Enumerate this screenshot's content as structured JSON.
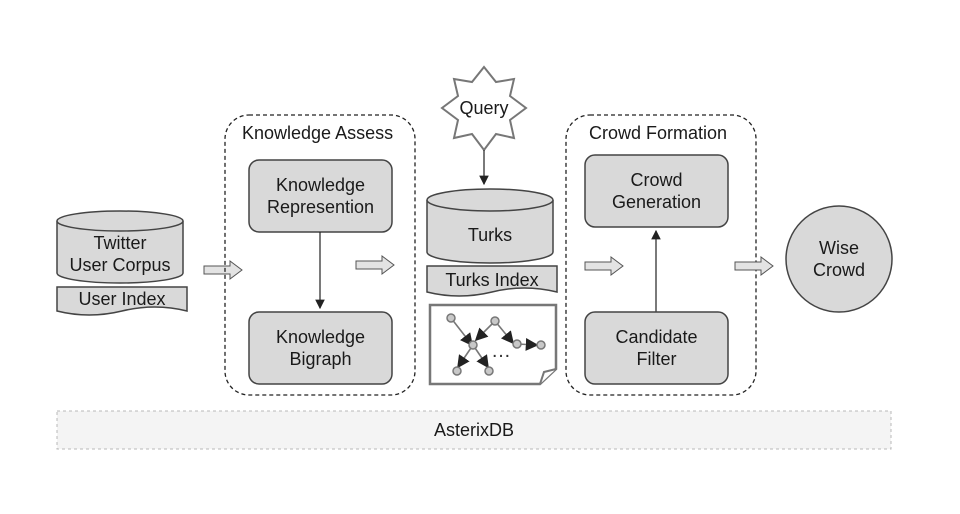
{
  "twitter_corpus": {
    "line1": "Twitter",
    "line2": "User Corpus"
  },
  "user_index": "User Index",
  "knowledge_assess": {
    "title": "Knowledge Assess",
    "representation": {
      "line1": "Knowledge",
      "line2": "Represention"
    },
    "bigraph": {
      "line1": "Knowledge",
      "line2": "Bigraph"
    }
  },
  "query": "Query",
  "turks": "Turks",
  "turks_index": "Turks Index",
  "graph_ellipsis": "…",
  "crowd_formation": {
    "title": "Crowd Formation",
    "generation": {
      "line1": "Crowd",
      "line2": "Generation"
    },
    "filter": {
      "line1": "Candidate",
      "line2": "Filter"
    }
  },
  "wise_crowd": {
    "line1": "Wise",
    "line2": "Crowd"
  },
  "asterixdb": "AsterixDB",
  "colors": {
    "fill": "#d9d9d9",
    "stroke": "#444444",
    "panel": "#f2f2f2",
    "arrow": "#e3e3e3"
  }
}
